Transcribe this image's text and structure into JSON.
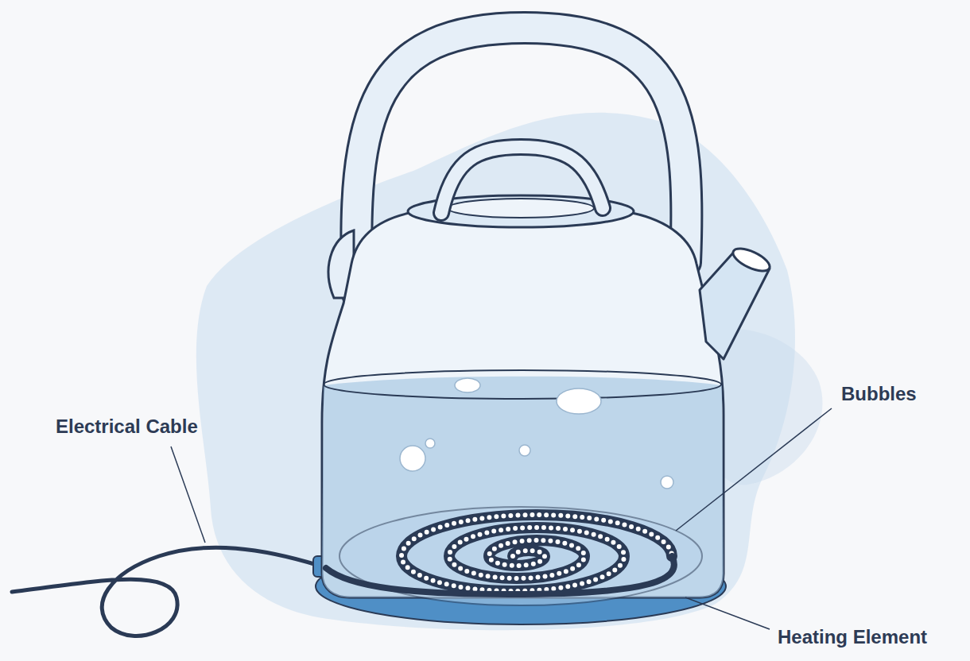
{
  "diagram": {
    "labels": [
      "Electrical Cable",
      "Bubbles",
      "Heating Element"
    ]
  }
}
